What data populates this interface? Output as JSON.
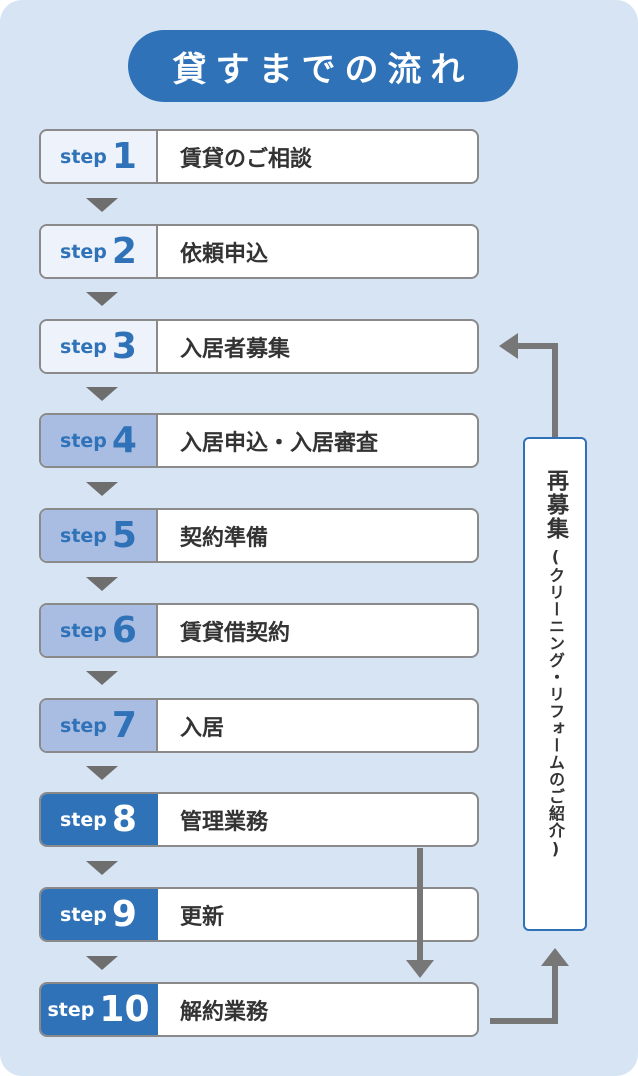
{
  "title": "貸すまでの流れ",
  "steps": [
    {
      "word": "step",
      "num": "1",
      "name": "賃貸のご相談",
      "style": "light"
    },
    {
      "word": "step",
      "num": "2",
      "name": "依頼申込",
      "style": "light"
    },
    {
      "word": "step",
      "num": "3",
      "name": "入居者募集",
      "style": "light"
    },
    {
      "word": "step",
      "num": "4",
      "name": "入居申込・入居審査",
      "style": "medium"
    },
    {
      "word": "step",
      "num": "5",
      "name": "契約準備",
      "style": "medium"
    },
    {
      "word": "step",
      "num": "6",
      "name": "賃貸借契約",
      "style": "medium"
    },
    {
      "word": "step",
      "num": "7",
      "name": "入居",
      "style": "medium"
    },
    {
      "word": "step",
      "num": "8",
      "name": "管理業務",
      "style": "dark"
    },
    {
      "word": "step",
      "num": "9",
      "name": "更新",
      "style": "dark"
    },
    {
      "word": "step",
      "num": "10",
      "name": "解約業務",
      "style": "dark"
    }
  ],
  "side_box": {
    "main": "再募集",
    "sub": "(クリーニング・リフォームのご紹介)"
  },
  "colors": {
    "accent": "#2f72b8",
    "light_label": "#eef2fa",
    "medium_label": "#a9bde3",
    "panel": "#d7e4f4",
    "arrow": "#6e6e6e",
    "connector": "#777777"
  }
}
